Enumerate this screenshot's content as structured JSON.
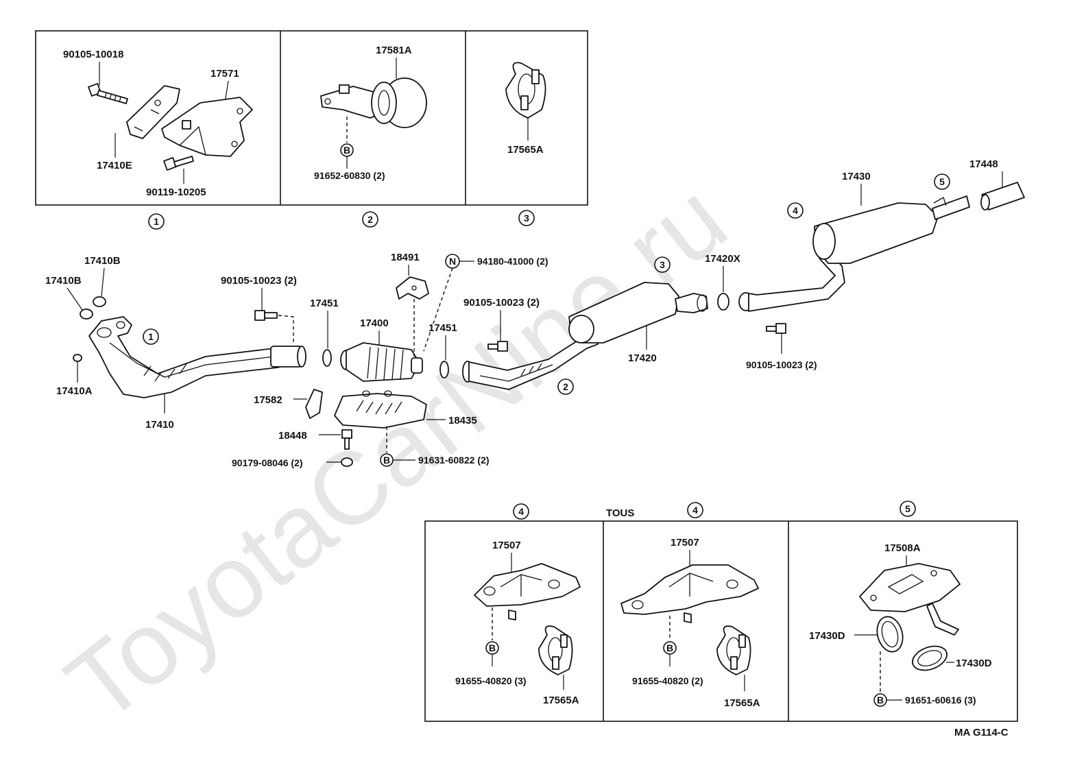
{
  "watermark": "ToyotaCarNine.ru",
  "diagram_code": "MA G114-C",
  "tous_label": "TOUS",
  "callout_numbers": {
    "one": "1",
    "two": "2",
    "three": "3",
    "four": "4",
    "five": "5"
  },
  "circle_letters": {
    "b": "B",
    "n": "N"
  },
  "top_boxes": {
    "box1": {
      "p1": "90105-10018",
      "p2": "17571",
      "p3": "17410E",
      "p4": "90119-10205"
    },
    "box2": {
      "p1": "17581A",
      "p2": "91652-60830 (2)"
    },
    "box3": {
      "p1": "17565A"
    }
  },
  "main": {
    "p17410B_a": "17410B",
    "p17410B_b": "17410B",
    "p17410A": "17410A",
    "p17410": "17410",
    "p90105_10023_a": "90105-10023 (2)",
    "p17451_a": "17451",
    "p17400": "17400",
    "p18491": "18491",
    "p94180": "94180-41000 (2)",
    "p17451_b": "17451",
    "p90105_10023_b": "90105-10023 (2)",
    "p17582": "17582",
    "p18435": "18435",
    "p18448": "18448",
    "p90179": "90179-08046 (2)",
    "p91631": "91631-60822 (2)",
    "p17420": "17420",
    "p17420X": "17420X",
    "p90105_10023_c": "90105-10023 (2)",
    "p17430": "17430",
    "p17448": "17448"
  },
  "bottom_boxes": {
    "box4a": {
      "p1": "17507",
      "p2": "91655-40820 (3)",
      "p3": "17565A"
    },
    "box4b": {
      "p1": "17507",
      "p2": "91655-40820 (2)",
      "p3": "17565A"
    },
    "box5": {
      "p1": "17508A",
      "p2": "17430D",
      "p3": "17430D",
      "p4": "91651-60616 (3)"
    }
  }
}
